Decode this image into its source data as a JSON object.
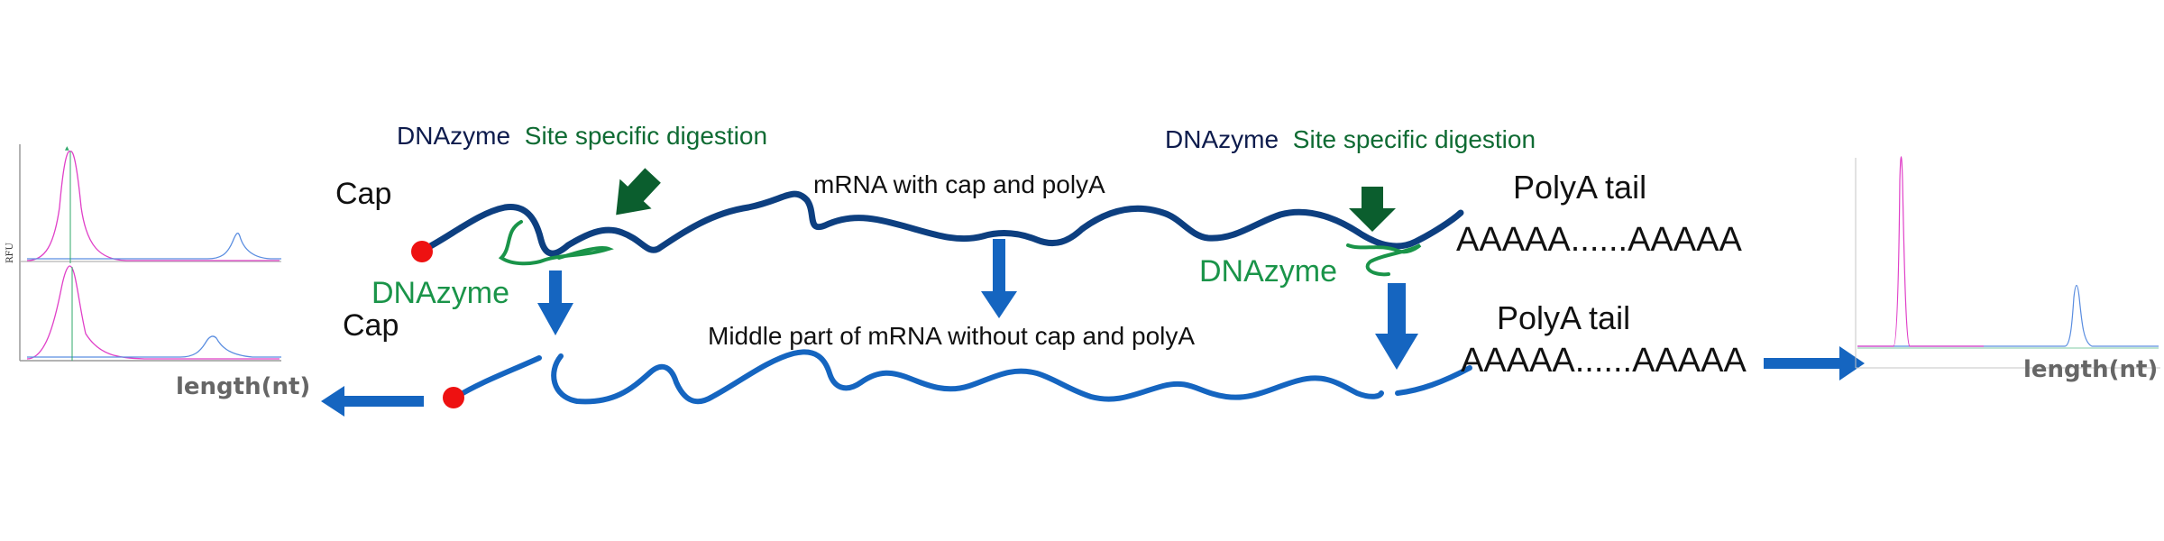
{
  "colors": {
    "strand_dark": "#0D3F80",
    "strand_light": "#1565C0",
    "arrow_blue": "#1565C0",
    "arrow_green": "#0B5E2E",
    "dnazyme_green": "#1A9449",
    "cap_red": "#EE1111",
    "text_dark": "#111111",
    "text_navy": "#0D1B4C",
    "text_green": "#0F6B33",
    "text_gray": "#666666",
    "trace_pink": "#E040C8",
    "trace_blue": "#5A8DE0",
    "trace_green": "#2FA86A",
    "axis_gray": "#9A9A9A"
  },
  "labels": {
    "left_digest_enzyme": "DNAzyme",
    "left_digest_action": "Site specific digestion",
    "right_digest_enzyme": "DNAzyme",
    "right_digest_action": "Site specific digestion",
    "cap_top": "Cap",
    "cap_bottom": "Cap",
    "mrna_full": "mRNA with  cap and polyA",
    "mrna_middle": "Middle part of mRNA without  cap and polyA",
    "polya_top_title": "PolyA tail",
    "polya_top_seq": "AAAAA......AAAAA",
    "polya_bottom_title": "PolyA tail",
    "polya_bottom_seq": "AAAAA......AAAAA",
    "dnazyme_left": "DNAzyme",
    "dnazyme_right": "DNAzyme"
  },
  "left_chart": {
    "y_axis_label": "RFU",
    "x_axis_label": "length(nt)"
  },
  "right_chart": {
    "x_axis_label": "length(nt)"
  },
  "icons": [
    "cap-dot",
    "down-arrow",
    "left-arrow",
    "right-arrow",
    "cut-arrow"
  ]
}
